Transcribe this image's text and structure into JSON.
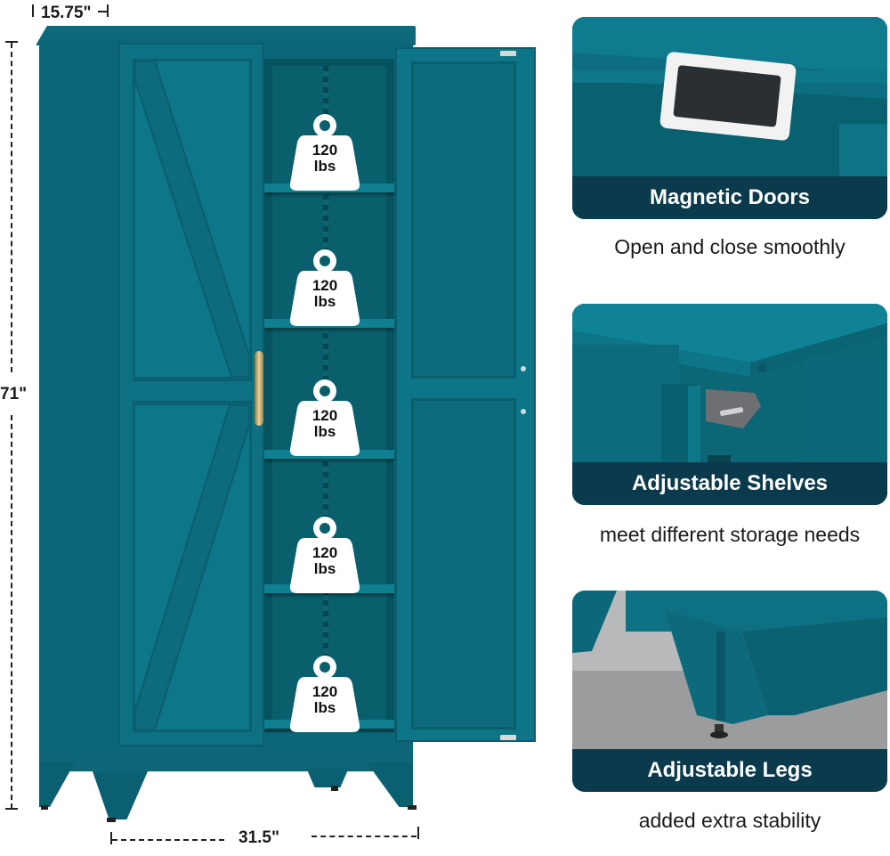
{
  "dimensions": {
    "depth": "15.75\"",
    "height": "71\"",
    "width": "31.5\""
  },
  "shelf_weights": [
    {
      "value": "120",
      "unit": "lbs"
    },
    {
      "value": "120",
      "unit": "lbs"
    },
    {
      "value": "120",
      "unit": "lbs"
    },
    {
      "value": "120",
      "unit": "lbs"
    },
    {
      "value": "120",
      "unit": "lbs"
    }
  ],
  "features": [
    {
      "title": "Magnetic Doors",
      "caption": "Open and close smoothly"
    },
    {
      "title": "Adjustable Shelves",
      "caption": "meet different storage needs"
    },
    {
      "title": "Adjustable Legs",
      "caption": "added extra stability"
    }
  ],
  "colors": {
    "cabinet_teal": "#0d6f80",
    "label_navy": "#0b3a4d",
    "handle_gold": "#d9c187"
  }
}
